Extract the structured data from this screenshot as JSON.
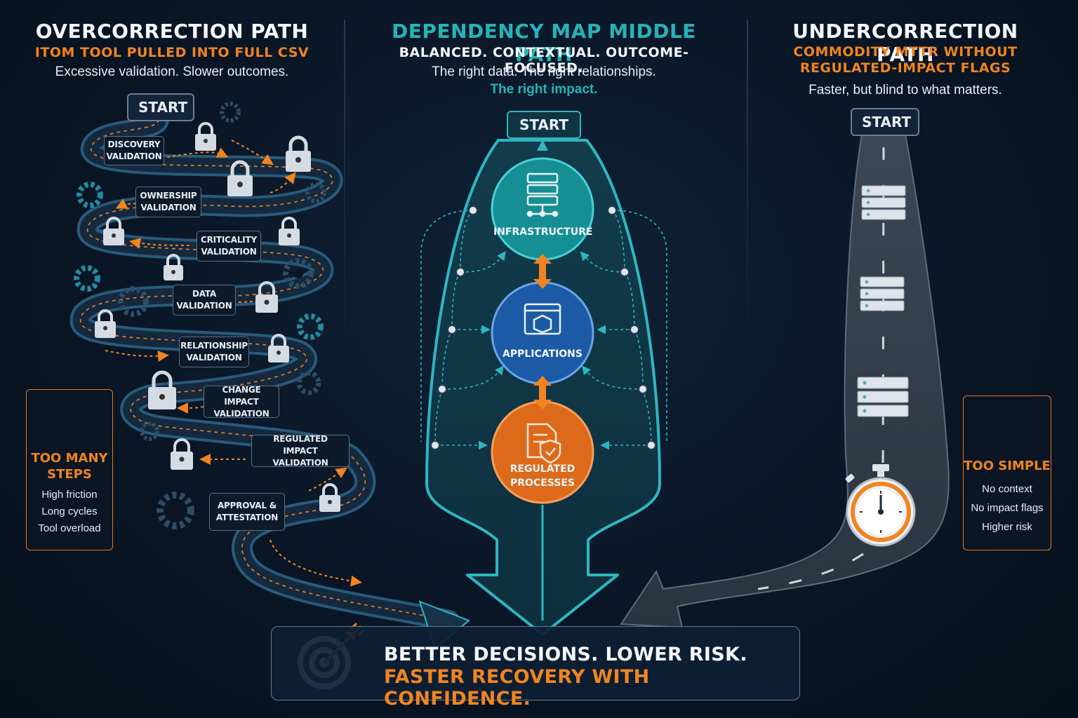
{
  "left": {
    "title": "OVERCORRECTION PATH",
    "subtitle": "ITOM TOOL PULLED INTO FULL CSV",
    "tagline": "Excessive validation. Slower outcomes.",
    "start": "START",
    "steps": [
      "DISCOVERY\nVALIDATION",
      "OWNERSHIP\nVALIDATION",
      "CRITICALITY\nVALIDATION",
      "DATA\nVALIDATION",
      "RELATIONSHIP\nVALIDATION",
      "CHANGE IMPACT\nVALIDATION",
      "REGULATED IMPACT\nVALIDATION",
      "APPROVAL &\nATTESTATION"
    ],
    "warning": {
      "heading": "TOO MANY\nSTEPS",
      "lines": [
        "High friction",
        "Long cycles",
        "Tool overload"
      ],
      "icon": "warning-triangle-icon"
    }
  },
  "middle": {
    "title": "DEPENDENCY MAP MIDDLE PATH",
    "subtitle": "BALANCED. CONTEXTUAL. OUTCOME-FOCUSED.",
    "tagline1": "The right data. The right relationships.",
    "tagline2": "The right impact.",
    "start": "START",
    "nodes": [
      {
        "label": "INFRASTRUCTURE",
        "icon": "server-network-icon"
      },
      {
        "label": "APPLICATIONS",
        "icon": "application-window-icon"
      },
      {
        "label": "REGULATED\nPROCESSES",
        "icon": "shield-document-icon"
      }
    ]
  },
  "right": {
    "title": "UNDERCORRECTION PATH",
    "subtitle": "COMMODITY MTTR WITHOUT\nREGULATED-IMPACT FLAGS",
    "tagline": "Faster, but blind to what matters.",
    "start": "START",
    "warning": {
      "heading": "TOO SIMPLE",
      "lines": [
        "No context",
        "No impact flags",
        "Higher risk"
      ],
      "icon": "stopwatch-icon"
    }
  },
  "bottom": {
    "line1": "BETTER DECISIONS. LOWER RISK.",
    "line2": "FASTER RECOVERY WITH CONFIDENCE.",
    "icon": "target-arrow-icon"
  },
  "colors": {
    "orange": "#f08420",
    "teal": "#26b3b8",
    "blue": "#1f63ad",
    "background": "#0a1626"
  }
}
